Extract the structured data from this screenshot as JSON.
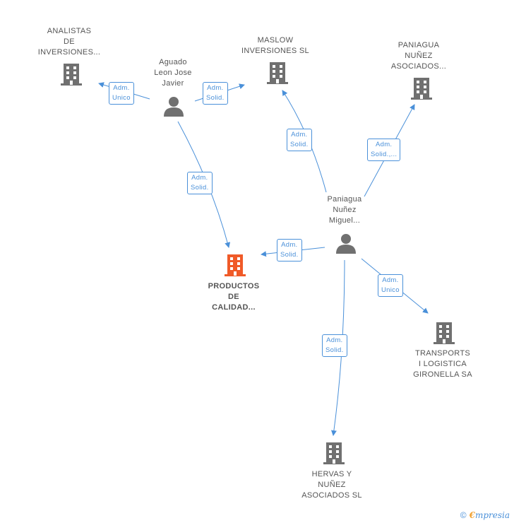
{
  "colors": {
    "company": "#707070",
    "focus_company": "#f05a28",
    "person": "#707070",
    "edge": "#4a90d9",
    "text": "#555555"
  },
  "nodes": {
    "analistas": {
      "lines": [
        "ANALISTAS",
        "DE",
        "INVERSIONES..."
      ],
      "type": "company"
    },
    "maslow": {
      "lines": [
        "MASLOW",
        "INVERSIONES SL"
      ],
      "type": "company"
    },
    "paniagua_asociados": {
      "lines": [
        "PANIAGUA",
        "NUÑEZ",
        "ASOCIADOS..."
      ],
      "type": "company"
    },
    "aguado": {
      "lines": [
        "Aguado",
        "Leon Jose",
        "Javier"
      ],
      "type": "person"
    },
    "paniagua_miguel": {
      "lines": [
        "Paniagua",
        "Nuñez",
        "Miguel..."
      ],
      "type": "person"
    },
    "productos": {
      "lines": [
        "PRODUCTOS",
        "DE",
        "CALIDAD..."
      ],
      "type": "focus-company"
    },
    "transports": {
      "lines": [
        "TRANSPORTS",
        "I LOGISTICA",
        "GIRONELLA SA"
      ],
      "type": "company"
    },
    "hervas": {
      "lines": [
        "HERVAS Y",
        "NUÑEZ",
        "ASOCIADOS SL"
      ],
      "type": "company"
    }
  },
  "edges": {
    "aguado_analistas": {
      "lines": [
        "Adm.",
        "Unico"
      ]
    },
    "aguado_maslow": {
      "lines": [
        "Adm.",
        "Solid."
      ]
    },
    "aguado_productos": {
      "lines": [
        "Adm.",
        "Solid."
      ]
    },
    "miguel_maslow": {
      "lines": [
        "Adm.",
        "Solid."
      ]
    },
    "miguel_paniagua": {
      "lines": [
        "Adm.",
        "Solid.,..."
      ]
    },
    "miguel_productos": {
      "lines": [
        "Adm.",
        "Solid."
      ]
    },
    "miguel_transports": {
      "lines": [
        "Adm.",
        "Unico"
      ]
    },
    "miguel_hervas": {
      "lines": [
        "Adm.",
        "Solid."
      ]
    }
  },
  "footer": {
    "copyright": "©",
    "brand_initial": "€",
    "brand_rest": "mpresia"
  }
}
